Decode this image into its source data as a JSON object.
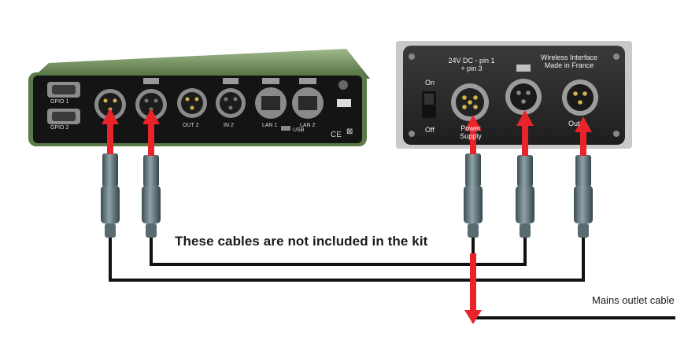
{
  "annotation": "These cables are not included in the kit",
  "mains_label": "Mains outlet cable",
  "left_unit": {
    "ports": [
      "GPIO 1",
      "GPIO 2",
      "OUT 2",
      "IN 2",
      "LAN 1",
      "LAN 2",
      "USB"
    ],
    "body_color": "#6f8f5a"
  },
  "right_unit": {
    "power_label_1": "24V DC - pin 1",
    "power_label_2": "+ pin 3",
    "wireless_label_1": "Wireless Interface",
    "wireless_label_2": "Made in France",
    "switch_on": "On",
    "switch_off": "Off",
    "supply_label_1": "Power",
    "supply_label_2": "Supply",
    "out_label": "Out"
  },
  "colors": {
    "arrow": "#e8232a",
    "cable": "#111111",
    "panel": "#2b2b2b"
  }
}
